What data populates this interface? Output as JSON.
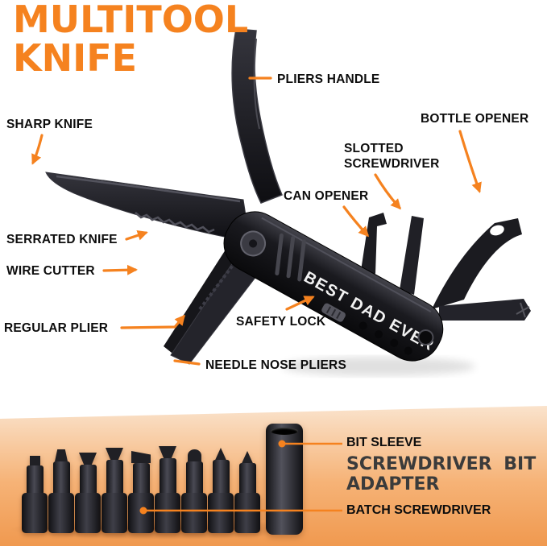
{
  "title": {
    "line1": "MULTITOOL",
    "line2": "KNIFE"
  },
  "colors": {
    "accent": "#F5821F",
    "label_text": "#0D0D0D",
    "adapter_text": "#3B3B3B",
    "panel_top": "#FAE5D0",
    "panel_bottom": "#F0994F",
    "tool_dark": "#1B1B1F"
  },
  "engraving": "BEST DAD EVER",
  "callouts": {
    "pliers_handle": "PLIERS HANDLE",
    "sharp_knife": "SHARP KNIFE",
    "bottle_opener": "BOTTLE OPENER",
    "slotted_screwdriver": {
      "line1": "SLOTTED",
      "line2": "SCREWDRIVER"
    },
    "can_opener": "CAN OPENER",
    "serrated_knife": "SERRATED KNIFE",
    "wire_cutter": "WIRE CUTTER",
    "regular_plier": "REGULAR PLIER",
    "safety_lock": "SAFETY LOCK",
    "needle_nose_pliers": "NEEDLE NOSE PLIERS"
  },
  "bottom_panel": {
    "bit_sleeve_label": "BIT SLEEVE",
    "adapter_label_line1": "SCREWDRIVER BIT",
    "adapter_label_line2": "ADAPTER",
    "batch_screwdriver_label": "BATCH SCREWDRIVER",
    "bits": [
      {
        "type": "square",
        "height": 96
      },
      {
        "type": "hex",
        "height": 104
      },
      {
        "type": "flat",
        "height": 100
      },
      {
        "type": "flat",
        "height": 106
      },
      {
        "type": "chisel",
        "height": 102
      },
      {
        "type": "flat",
        "height": 108
      },
      {
        "type": "torx",
        "height": 104
      },
      {
        "type": "phillips",
        "height": 106
      },
      {
        "type": "phillips",
        "height": 102
      }
    ]
  }
}
